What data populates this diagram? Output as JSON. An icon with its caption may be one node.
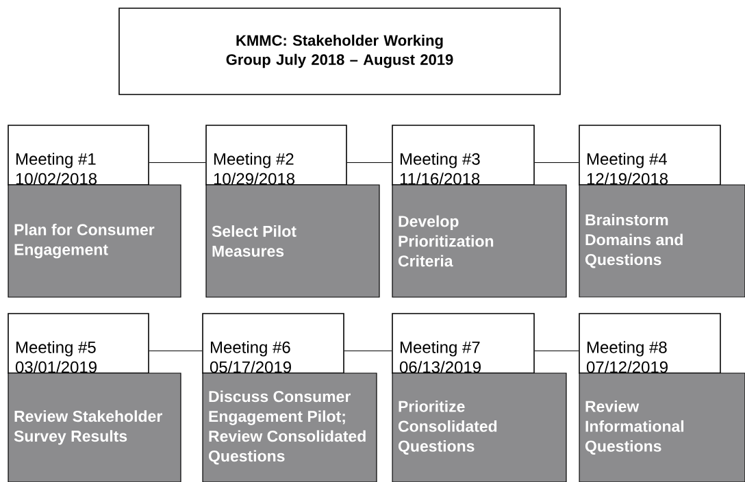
{
  "diagram": {
    "nodes": [
      {
        "text": [
          "KMMC: Stakeholder Working Group July 2018 – August 2019"
        ]
      },
      {
        "text": [
          "Meeting #1 10/02/2018"
        ]
      },
      {
        "text": [
          "Plan for Consumer Engagement"
        ]
      },
      {
        "text": [
          "Meeting #2 10/29/2018"
        ]
      },
      {
        "text": [
          "Select Pilot Measures"
        ]
      },
      {
        "text": [
          "Meeting #3 11/16/2018"
        ]
      },
      {
        "text": [
          "Develop Prioritization Criteria"
        ]
      },
      {
        "text": [
          "Meeting #4 12/19/2018"
        ]
      },
      {
        "text": [
          "Brainstorm Domains and Questions"
        ]
      },
      {
        "text": [
          "Meeting #5 03/01/2019"
        ]
      },
      {
        "text": [
          "Review Stakeholder Survey Results"
        ]
      },
      {
        "text": [
          "Meeting #6 05/17/2019"
        ]
      },
      {
        "text": [
          "Discuss Consumer Engagement Pilot; Review Consolidated Questions"
        ]
      },
      {
        "text": [
          "Meeting #7 06/13/2019"
        ]
      },
      {
        "text": [
          "Prioritize Consolidated Questions"
        ]
      },
      {
        "text": [
          "Meeting #8 07/12/2019"
        ]
      },
      {
        "text": [
          "Review Informational Questions"
        ]
      }
    ],
    "edges": [
      {
        "from": 1,
        "to": 3,
        "arrow": "none"
      },
      {
        "from": 3,
        "to": 5,
        "arrow": "none"
      },
      {
        "from": 5,
        "to": 7,
        "arrow": "none"
      },
      {
        "from": 9,
        "to": 11,
        "arrow": "none"
      },
      {
        "from": 11,
        "to": 13,
        "arrow": "none"
      },
      {
        "from": 13,
        "to": 15,
        "arrow": "none"
      }
    ]
  }
}
